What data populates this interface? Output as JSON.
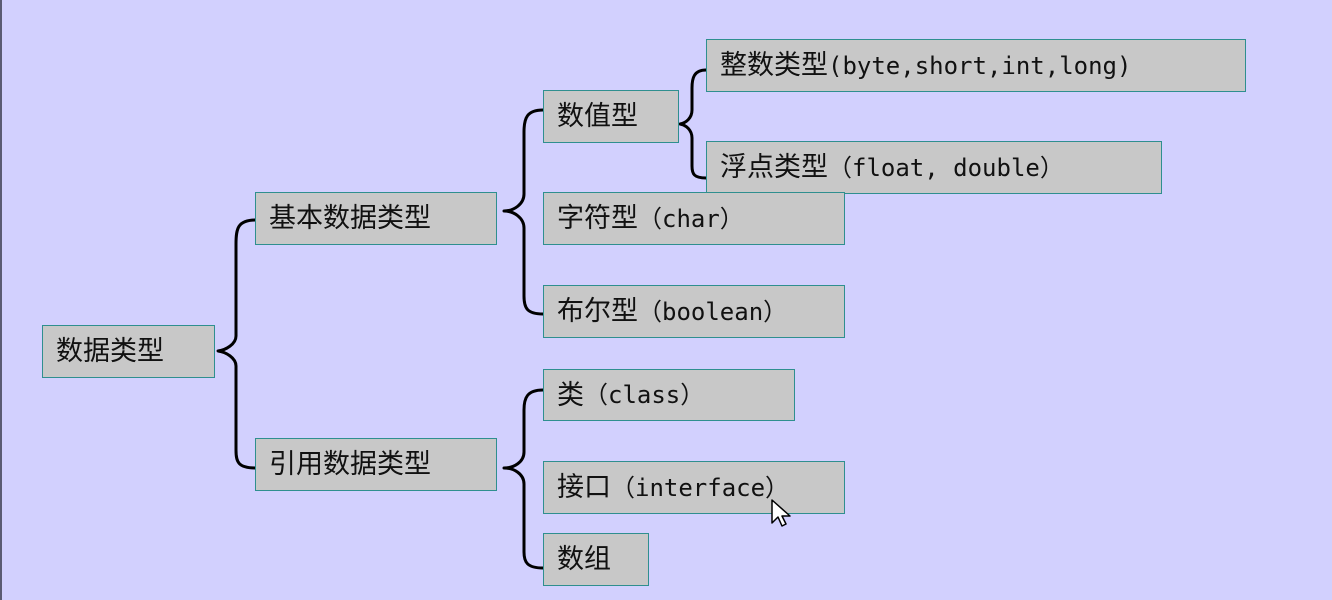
{
  "diagram": {
    "root": {
      "label_cn": "数据类型",
      "label_en": ""
    },
    "basic": {
      "label_cn": "基本数据类型",
      "label_en": ""
    },
    "reference": {
      "label_cn": "引用数据类型",
      "label_en": ""
    },
    "numeric": {
      "label_cn": "数值型",
      "label_en": ""
    },
    "integer": {
      "label_cn": "整数类型",
      "label_en": "(byte,short,int,long)"
    },
    "float": {
      "label_cn": "浮点类型",
      "label_en": "（float, double）"
    },
    "char": {
      "label_cn": "字符型",
      "label_en": "（char）"
    },
    "boolean": {
      "label_cn": "布尔型",
      "label_en": "（boolean）"
    },
    "class": {
      "label_cn": "类",
      "label_en": "（class）"
    },
    "interface": {
      "label_cn": "接口",
      "label_en": "（interface）"
    },
    "array": {
      "label_cn": "数组",
      "label_en": ""
    }
  },
  "colors": {
    "background": "#d2d0fe",
    "node_fill": "#c8c8c8",
    "node_border": "#2f8f8f",
    "connector": "#000000"
  },
  "icons": {
    "cursor": "mouse-pointer-icon"
  }
}
